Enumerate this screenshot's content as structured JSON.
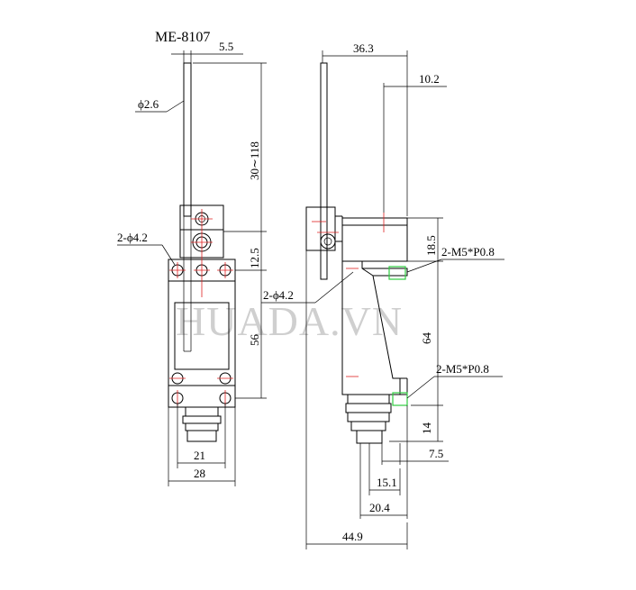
{
  "title": "ME-8107",
  "watermark": "HUADA.VN",
  "front_view": {
    "dim_5_5": "5.5",
    "dim_phi_2_6": "ϕ2.6",
    "dim_30_118": "30∼118",
    "dim_2_phi_4_2": "2-ϕ4.2",
    "dim_12_5": "12.5",
    "dim_56": "56",
    "dim_21": "21",
    "dim_28": "28"
  },
  "side_view": {
    "dim_36_3": "36.3",
    "dim_10_2": "10.2",
    "dim_18_5": "18.5",
    "dim_m5_top": "2-M5*P0.8",
    "dim_2_phi_4_2": "2-ϕ4.2",
    "dim_64": "64",
    "dim_m5_bottom": "2-M5*P0.8",
    "dim_14": "14",
    "dim_7_5": "7.5",
    "dim_15_1": "15.1",
    "dim_20_4": "20.4",
    "dim_44_9": "44.9"
  },
  "colors": {
    "line": "#000000",
    "center_mark": "#e02020",
    "thread_mark": "#2ecc40",
    "watermark": "#cfcfcf"
  }
}
